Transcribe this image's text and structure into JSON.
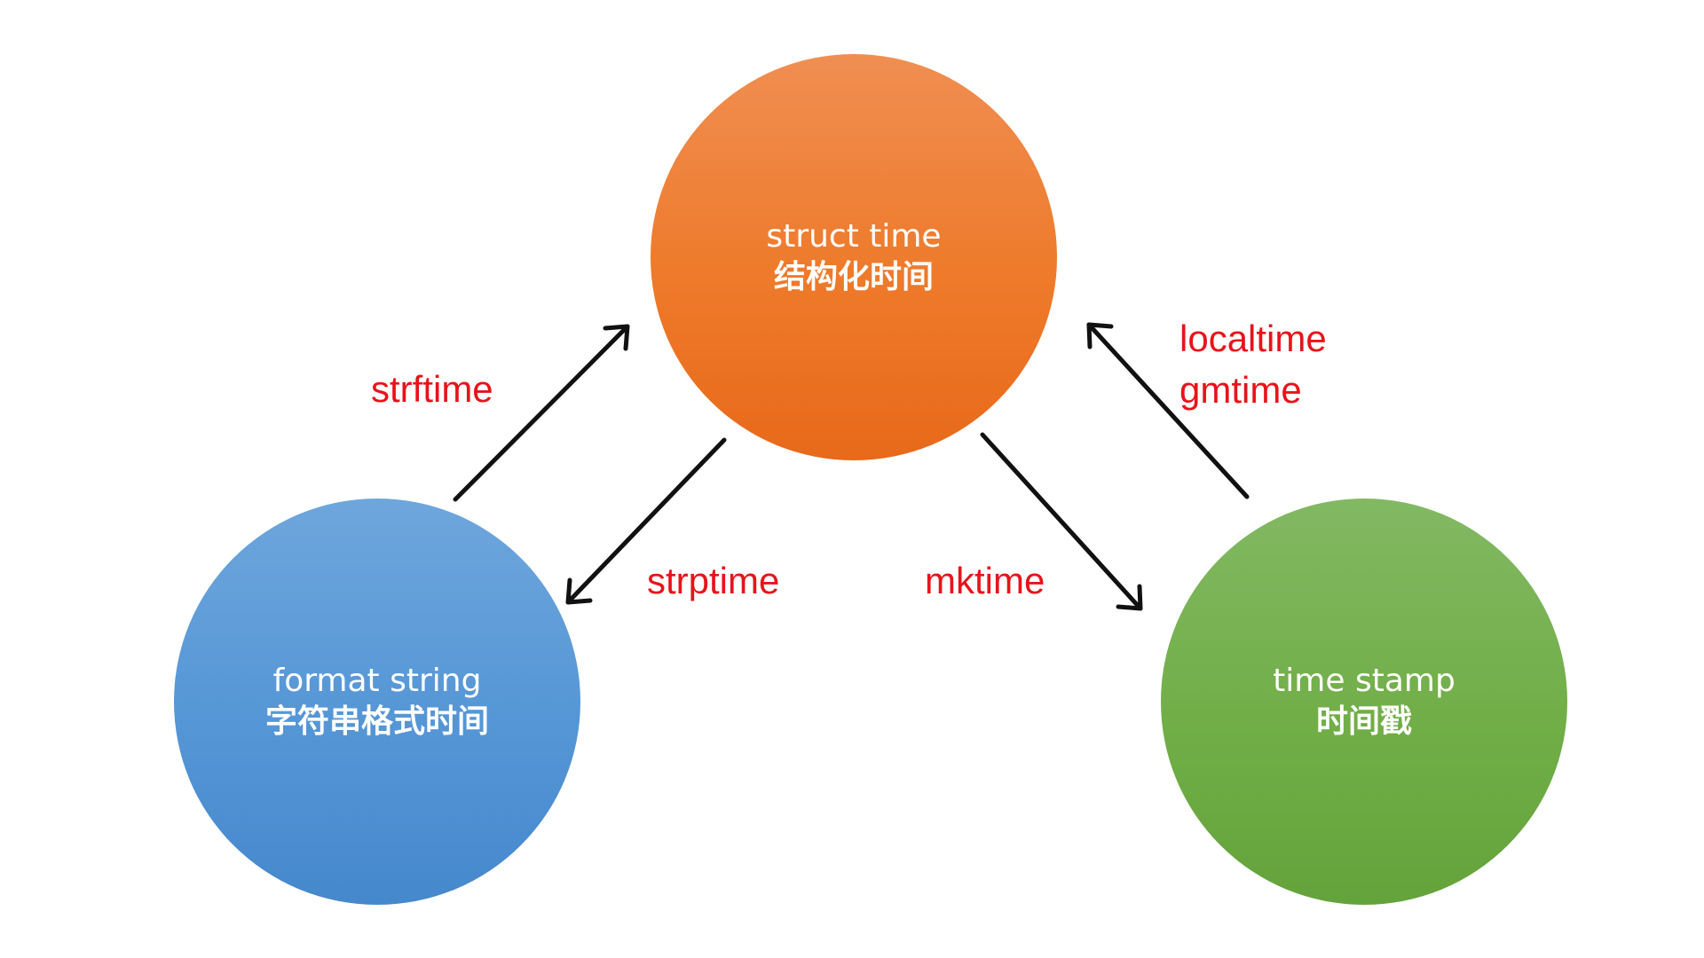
{
  "nodes": {
    "struct_time": {
      "en": "struct time",
      "zh": "结构化时间",
      "color": "#ee7a2a"
    },
    "format_string": {
      "en": "format string",
      "zh": "字符串格式时间",
      "color": "#5596d6"
    },
    "time_stamp": {
      "en": "time stamp",
      "zh": "时间戳",
      "color": "#71ae47"
    }
  },
  "edges": {
    "strftime": "strftime",
    "strptime": "strptime",
    "mktime": "mktime",
    "localtime": "localtime",
    "gmtime": "gmtime"
  },
  "colors": {
    "label": "#e8131a",
    "arrow": "#111111"
  }
}
